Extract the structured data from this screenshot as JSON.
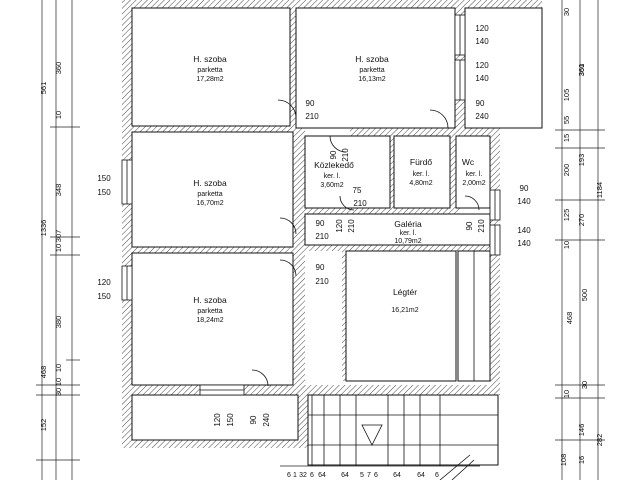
{
  "rooms": [
    {
      "name": "H. szoba",
      "floor": "parketta",
      "area": "17,28m2"
    },
    {
      "name": "H. szoba",
      "floor": "parketta",
      "area": "16,13m2"
    },
    {
      "name": "H. szoba",
      "floor": "parketta",
      "area": "16,70m2"
    },
    {
      "name": "H. szoba",
      "floor": "parketta",
      "area": "18,24m2"
    },
    {
      "name": "Közlekedő",
      "floor": "ker. l.",
      "area": "3,60m2"
    },
    {
      "name": "Fürdő",
      "floor": "ker. l.",
      "area": "4,80m2"
    },
    {
      "name": "Wc",
      "floor": "ker. l.",
      "area": "2,00m2"
    },
    {
      "name": "Galéria",
      "floor": "ker. l.",
      "area": "10,79m2"
    },
    {
      "name": "Légtér",
      "area": "16,21m2"
    }
  ],
  "openings": {
    "win_top_right_1": [
      "120",
      "140"
    ],
    "win_top_right_2": [
      "120",
      "140"
    ],
    "door_top_right": [
      "90",
      "240"
    ],
    "door_top_mid": [
      "90",
      "210"
    ],
    "door_kozl_top": [
      "90",
      "210"
    ],
    "door_kozl_bot": [
      "75",
      "210"
    ],
    "win_left_1": [
      "150",
      "150"
    ],
    "win_left_2": [
      "120",
      "150"
    ],
    "door_mid_1": [
      "90",
      "210"
    ],
    "door_mid_2": [
      "120",
      "210"
    ],
    "door_mid_3": [
      "90",
      "210"
    ],
    "door_galeria": [
      "90",
      "210"
    ],
    "win_right_1": [
      "90",
      "140"
    ],
    "win_right_2": [
      "140",
      "140"
    ],
    "win_bottom": [
      "120",
      "150"
    ],
    "door_bottom": [
      "90",
      "240"
    ]
  },
  "dims_left_outer": [
    "561",
    "1336",
    "468",
    "152"
  ],
  "dims_left_inner": [
    "360",
    "10",
    "348",
    "10",
    "307",
    "10",
    "380",
    "10",
    "30"
  ],
  "dims_right_outer": [
    "1184",
    "282"
  ],
  "dims_right_mid": [
    "361",
    "193",
    "270",
    "468",
    "108"
  ],
  "dims_right_inner": [
    "30",
    "360",
    "105",
    "55",
    "15",
    "200",
    "125",
    "10",
    "500",
    "30",
    "10",
    "146",
    "16"
  ],
  "dims_bottom": [
    "6",
    "1",
    "32",
    "6",
    "64",
    "64",
    "5",
    "7",
    "6",
    "64",
    "64",
    "6"
  ]
}
